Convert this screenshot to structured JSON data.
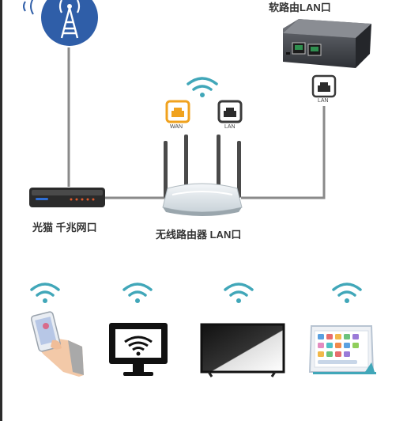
{
  "labels": {
    "soft_router": "软路由LAN口",
    "modem": "光猫 千兆网口",
    "wireless_router": "无线路由器 LAN口"
  },
  "ports": {
    "wan": "WAN",
    "lan": "LAN",
    "soft_lan": "LAN"
  },
  "colors": {
    "tower_blue": "#2f5ea8",
    "wifi_teal": "#41a7b9",
    "wan_orange": "#f0a21e",
    "line_gray": "#8a8a8a"
  },
  "icons": [
    "cell-tower-icon",
    "soft-router-icon",
    "ethernet-port-icon",
    "optical-modem-icon",
    "wireless-router-icon",
    "wifi-icon",
    "phone-in-hand-icon",
    "computer-monitor-icon",
    "tv-icon",
    "tablet-icon"
  ]
}
